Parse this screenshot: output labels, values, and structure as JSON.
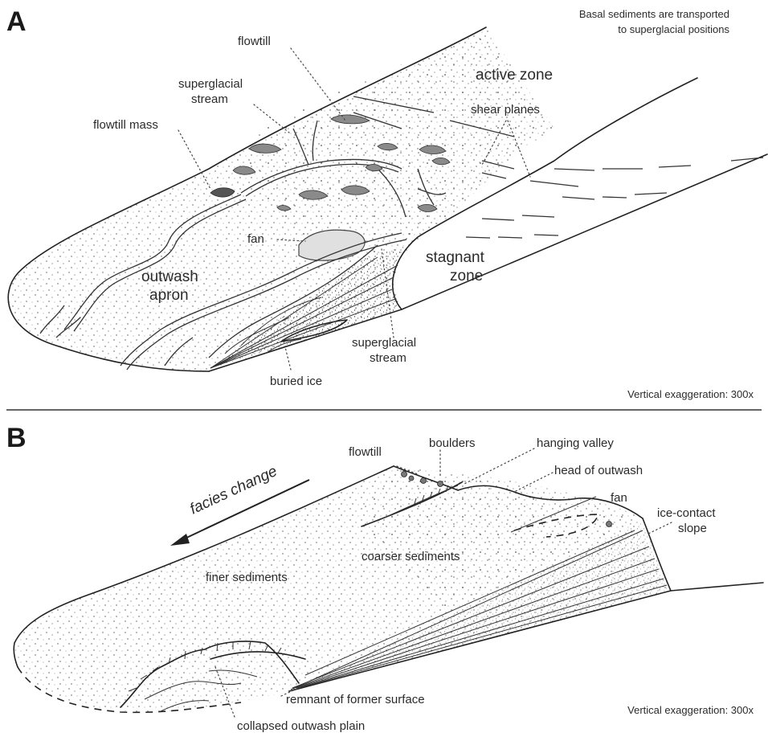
{
  "panel_a": {
    "letter": "A",
    "note_line1": "Basal sediments are transported",
    "note_line2": "to superglacial positions",
    "flowtill": "flowtill",
    "superglacial_stream_top_1": "superglacial",
    "superglacial_stream_top_2": "stream",
    "flowtill_mass": "flowtill mass",
    "active_zone": "active zone",
    "shear_planes": "shear planes",
    "fan": "fan",
    "outwash_apron_1": "outwash",
    "outwash_apron_2": "apron",
    "stagnant_zone_1": "stagnant",
    "stagnant_zone_2": "zone",
    "superglacial_stream_bottom_1": "superglacial",
    "superglacial_stream_bottom_2": "stream",
    "buried_ice": "buried ice",
    "vertical_exaggeration": "Vertical exaggeration: 300x"
  },
  "panel_b": {
    "letter": "B",
    "flowtill": "flowtill",
    "boulders": "boulders",
    "hanging_valley": "hanging valley",
    "head_of_outwash": "head of outwash",
    "facies_change": "facies change",
    "fan": "fan",
    "ice_contact_slope_1": "ice-contact",
    "ice_contact_slope_2": "slope",
    "coarser_sediments": "coarser sediments",
    "finer_sediments": "finer sediments",
    "remnant_of_former_surface": "remnant of former surface",
    "collapsed_outwash_plain": "collapsed outwash plain",
    "vertical_exaggeration": "Vertical exaggeration: 300x"
  }
}
